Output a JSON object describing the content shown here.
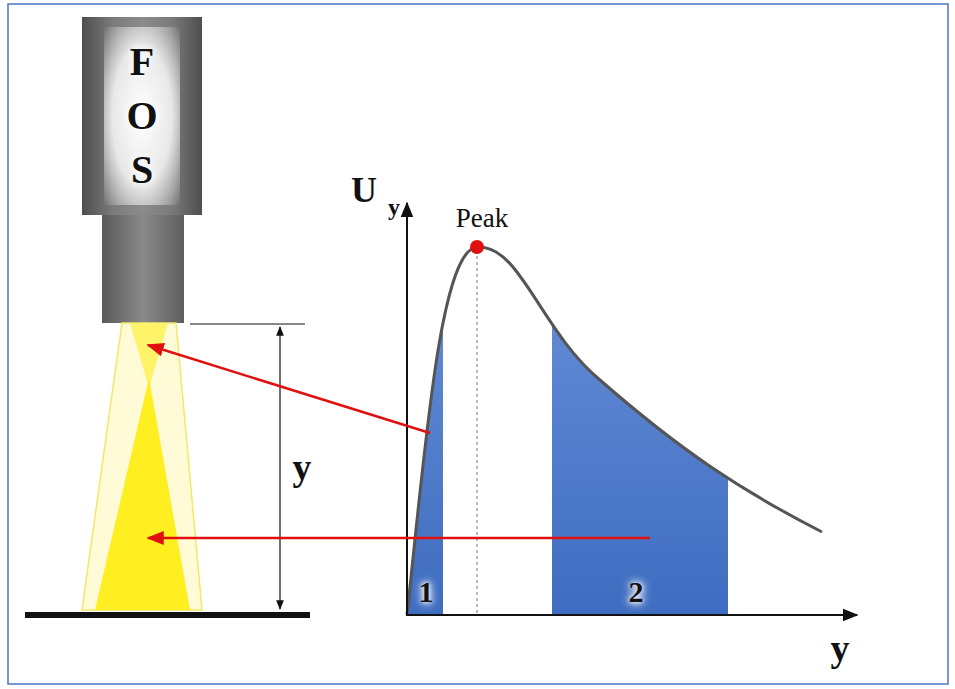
{
  "diagram": {
    "nodes": [
      {
        "text": [
          "F O S"
        ]
      }
    ],
    "labels": [
      "U",
      "y",
      "Peak",
      "y",
      "y",
      "1",
      "2"
    ]
  }
}
